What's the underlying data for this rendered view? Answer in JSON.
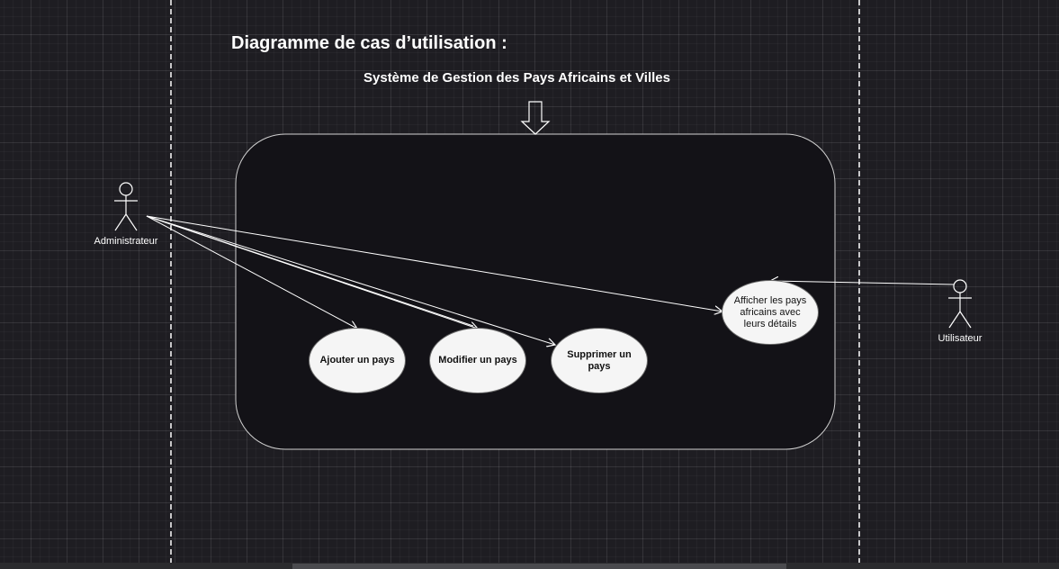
{
  "diagram": {
    "title": "Diagramme de cas d’utilisation :",
    "system_name": "Système de Gestion des  Pays Africains et Villes"
  },
  "actors": {
    "admin": "Administrateur",
    "user": "Utilisateur"
  },
  "use_cases": {
    "ajouter": "Ajouter un pays",
    "modifier": "Modifier un pays",
    "supprimer": "Supprimer un pays",
    "afficher": "Afficher les pays africains avec leurs détails"
  },
  "colors": {
    "background": "#1e1d22",
    "system_box_fill": "#131217",
    "line": "#ffffff",
    "usecase_fill": "#f5f5f5"
  }
}
